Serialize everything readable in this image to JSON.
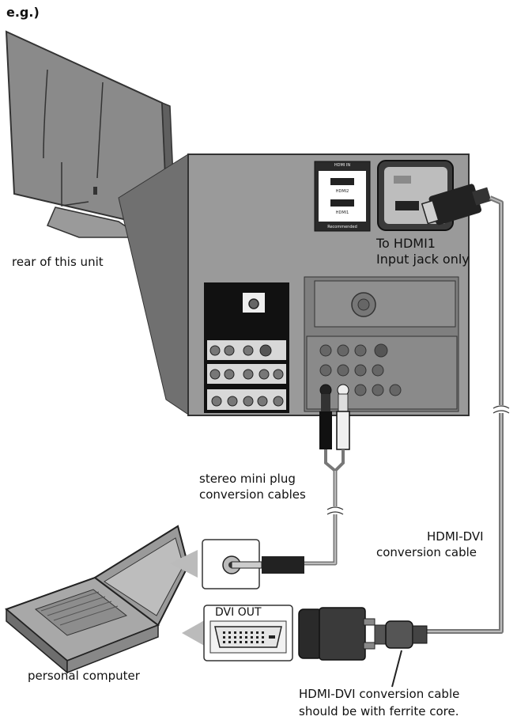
{
  "labels": {
    "example": "e.g.)",
    "rear_unit": "rear of this unit",
    "to_hdmi_line1": "To HDMI1",
    "to_hdmi_line2": "Input jack only",
    "stereo_line1": "stereo mini plug",
    "stereo_line2": "conversion cables",
    "hdmi_dvi_line1": "HDMI-DVI",
    "hdmi_dvi_line2": "conversion cable",
    "dvi_out": "DVI OUT",
    "personal_computer": "personal computer",
    "ferrite_line1": "HDMI-DVI conversion cable",
    "ferrite_line2": "should be with ferrite core."
  },
  "panel_labels": {
    "hdmi_in": "HDMI IN",
    "hdmi2": "HDMI2",
    "hdmi1": "HDMI1",
    "recommended": "Recommended"
  }
}
